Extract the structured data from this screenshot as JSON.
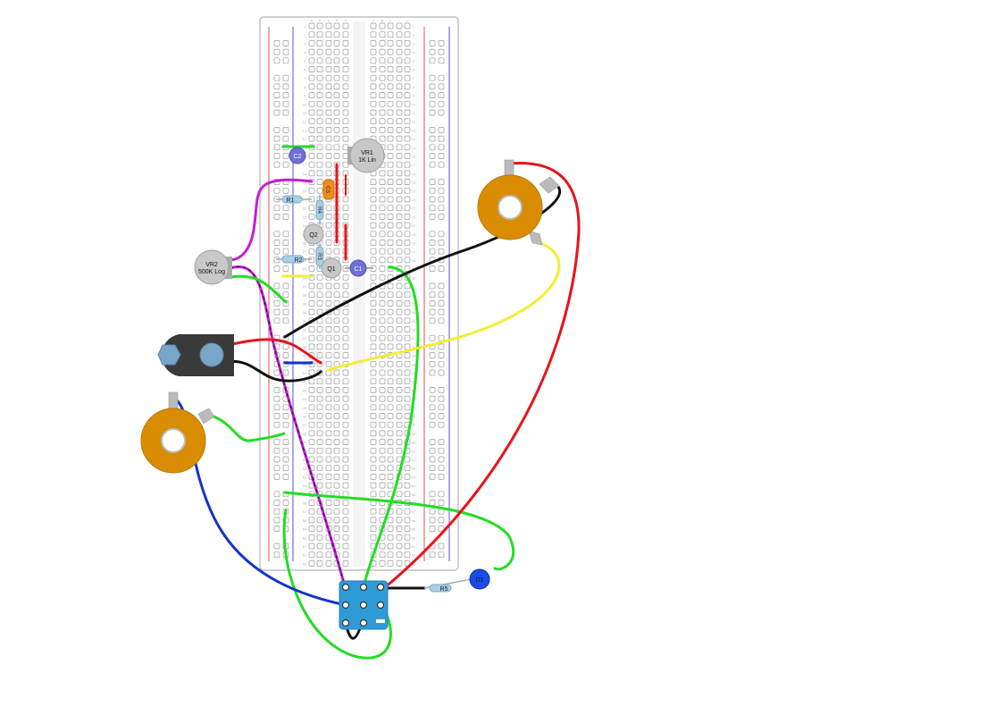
{
  "breadboard": {
    "columns_left": [
      "a",
      "b",
      "c",
      "d",
      "e"
    ],
    "columns_right": [
      "f",
      "g",
      "h",
      "i",
      "j"
    ],
    "rows": 63
  },
  "components": {
    "vr1": {
      "name": "VR1",
      "value": "1K Lin"
    },
    "vr2": {
      "name": "VR2",
      "value": "500K Log"
    },
    "q1": "Q1",
    "q2": "Q2",
    "c1": "C1",
    "c2": "C2",
    "c3": "C3",
    "r1": "R1",
    "r2": "R2",
    "r3": "R3",
    "r4": "R4",
    "r5": "R5",
    "d1": "D1"
  },
  "colors": {
    "red": "#e8141a",
    "black": "#111111",
    "yellow": "#f2ee32",
    "green": "#22dd22",
    "magenta": "#c21ed6",
    "blue": "#1432c8",
    "pot_body": "#d98c00",
    "switch_body": "#2f9bd6",
    "jack_body": "#3a3a3a"
  }
}
